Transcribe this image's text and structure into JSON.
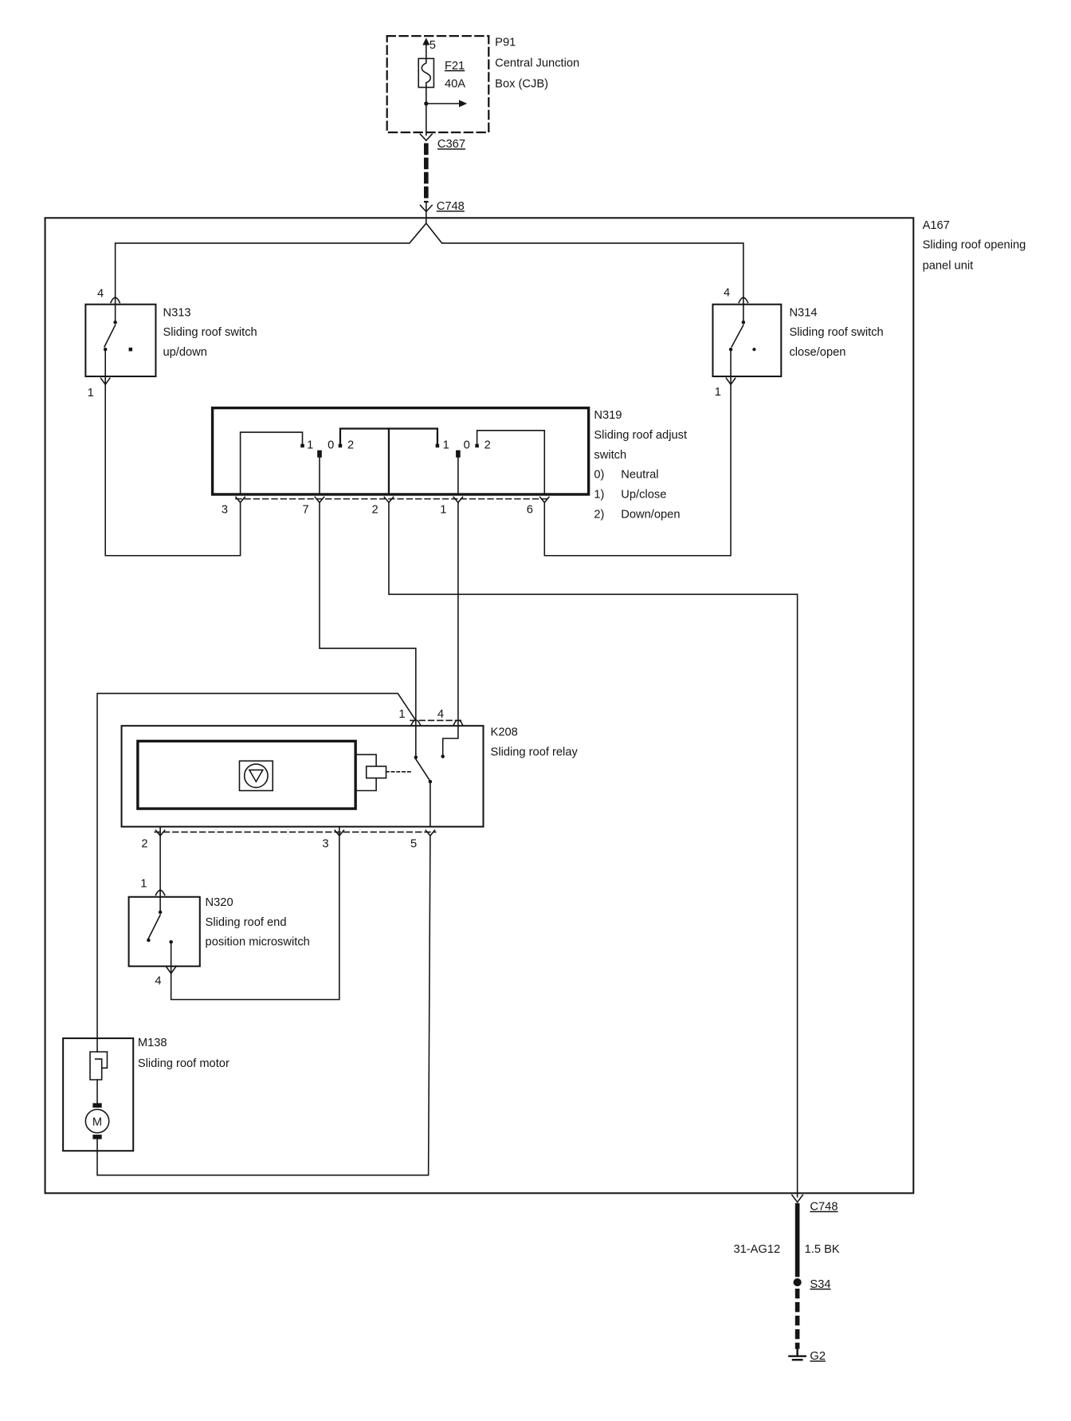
{
  "p91": {
    "id": "P91",
    "name": [
      "Central Junction",
      "Box (CJB)"
    ],
    "pin": "5",
    "fuse": {
      "id": "F21",
      "rating": "40A"
    }
  },
  "connectors": {
    "c367": "C367",
    "c748_top": "C748",
    "c748_bottom": "C748",
    "splice": "S34",
    "ground": "G2"
  },
  "ground_wire": {
    "circuit": "31-AG12",
    "size_color": "1.5 BK"
  },
  "a167": {
    "id": "A167",
    "name": [
      "Sliding roof opening",
      "panel unit"
    ]
  },
  "n313": {
    "id": "N313",
    "name": [
      "Sliding roof switch",
      "up/down"
    ],
    "pins": [
      "4",
      "1"
    ]
  },
  "n314": {
    "id": "N314",
    "name": [
      "Sliding roof switch",
      "close/open"
    ],
    "pins": [
      "4",
      "1"
    ]
  },
  "n319": {
    "id": "N319",
    "name": [
      "Sliding roof adjust",
      "switch"
    ],
    "positions": [
      {
        "key": "0)",
        "label": "Neutral"
      },
      {
        "key": "1)",
        "label": "Up/close"
      },
      {
        "key": "2)",
        "label": "Down/open"
      }
    ],
    "contact_labels": [
      "1",
      "0",
      "2",
      "1",
      "0",
      "2"
    ],
    "pins": [
      "3",
      "7",
      "2",
      "1",
      "6"
    ]
  },
  "k208": {
    "id": "K208",
    "name": [
      "Sliding roof relay"
    ],
    "pins_top": [
      "1",
      "4"
    ],
    "pins_bottom": [
      "2",
      "3",
      "5"
    ]
  },
  "n320": {
    "id": "N320",
    "name": [
      "Sliding roof end",
      "position microswitch"
    ],
    "pins": [
      "1",
      "4"
    ]
  },
  "m138": {
    "id": "M138",
    "name": [
      "Sliding roof motor"
    ],
    "symbol": "M"
  }
}
